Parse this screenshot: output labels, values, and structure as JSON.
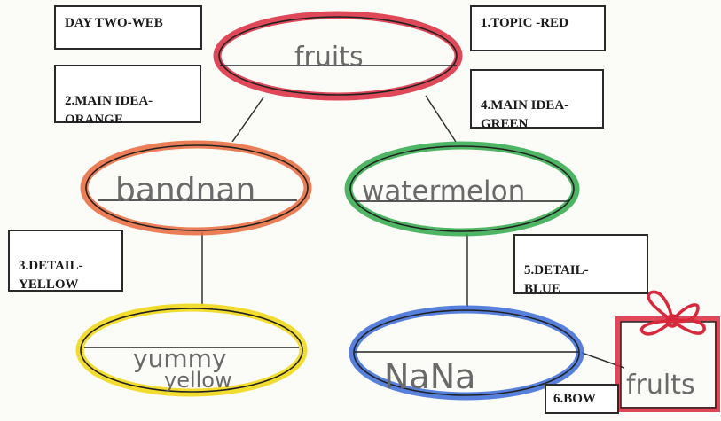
{
  "labels": {
    "day": "DAY TWO-WEB",
    "topic": "1.TOPIC -RED",
    "main_idea_2": "2.MAIN IDEA-\nORANGE",
    "main_idea_4": "4.MAIN IDEA-\nGREEN",
    "detail_3": "3.DETAIL-\nYELLOW",
    "detail_5": "5.DETAIL-\nBLUE",
    "bow": "6.BOW"
  },
  "nodes": {
    "topic": {
      "text": "fruits",
      "color": "#d8283c"
    },
    "main_left": {
      "text": "bandnan",
      "color": "#e8673a"
    },
    "main_right": {
      "text": "watermelon",
      "color": "#2fa84a"
    },
    "detail_left": {
      "text": "yummy",
      "text2": "yellow",
      "color": "#f0d818"
    },
    "detail_right": {
      "text": "NaNa",
      "color": "#3a6ad8"
    },
    "bow_box": {
      "text": "frults",
      "color": "#d8283c"
    }
  }
}
